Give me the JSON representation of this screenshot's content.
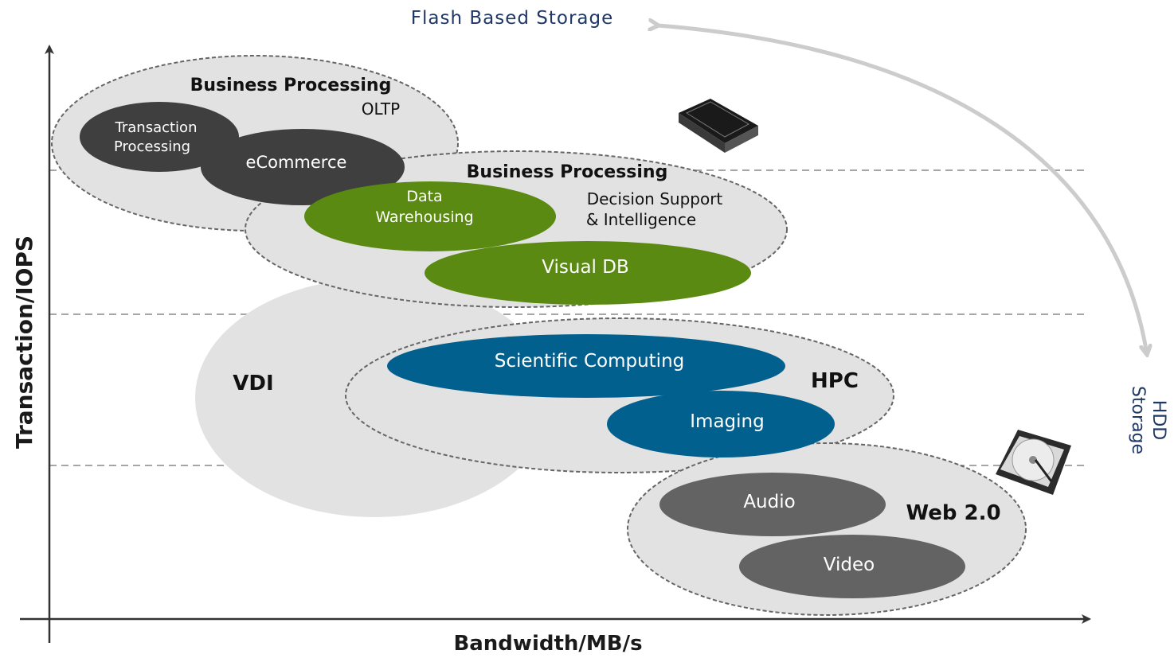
{
  "top_label": "Flash Based Storage",
  "side_label": {
    "line1": "HDD",
    "line2": "Storage"
  },
  "axes": {
    "y_label": "Transaction/IOPS",
    "x_label": "Bandwidth/MB/s"
  },
  "groups": {
    "oltp": {
      "title": "Business Processing",
      "subtitle": "OLTP",
      "items": [
        {
          "lines": [
            "Transaction",
            "Processing"
          ]
        },
        {
          "lines": [
            "eCommerce"
          ]
        }
      ]
    },
    "dss": {
      "title": "Business Processing",
      "subtitle_lines": [
        "Decision Support",
        "& Intelligence"
      ],
      "items": [
        {
          "lines": [
            "Data",
            "Warehousing"
          ]
        },
        {
          "lines": [
            "Visual DB"
          ]
        }
      ]
    },
    "vdi": {
      "title": "VDI"
    },
    "hpc": {
      "title": "HPC",
      "items": [
        {
          "lines": [
            "Scientific Computing"
          ]
        },
        {
          "lines": [
            "Imaging"
          ]
        }
      ]
    },
    "web": {
      "title": "Web 2.0",
      "items": [
        {
          "lines": [
            "Audio"
          ]
        },
        {
          "lines": [
            "Video"
          ]
        }
      ]
    }
  },
  "colors": {
    "group_fill": "#e2e2e2",
    "group_stroke": "#666666",
    "dark_item": "#3f3f3f",
    "green_item": "#5a8a12",
    "blue_item": "#02608e",
    "gray_item": "#636363",
    "navy_text": "#1f3864"
  }
}
